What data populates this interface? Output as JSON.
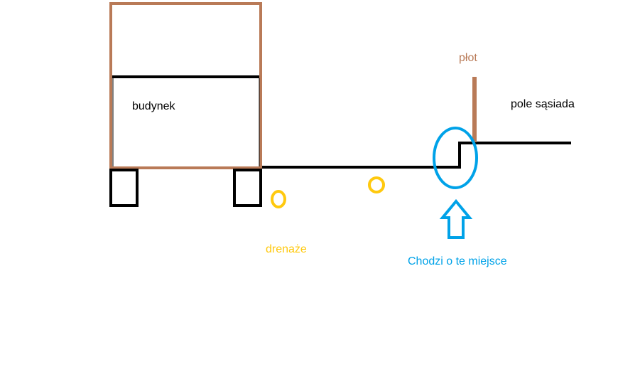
{
  "labels": {
    "building": "budynek",
    "fence": "płot",
    "neighbor_field": "pole sąsiada",
    "drains": "drenaże",
    "callout": "Chodzi o te miejsce"
  },
  "colors": {
    "building": "#b97a57",
    "line": "#000000",
    "drain": "#ffc90e",
    "highlight": "#00a2e8",
    "text": "#000000"
  }
}
